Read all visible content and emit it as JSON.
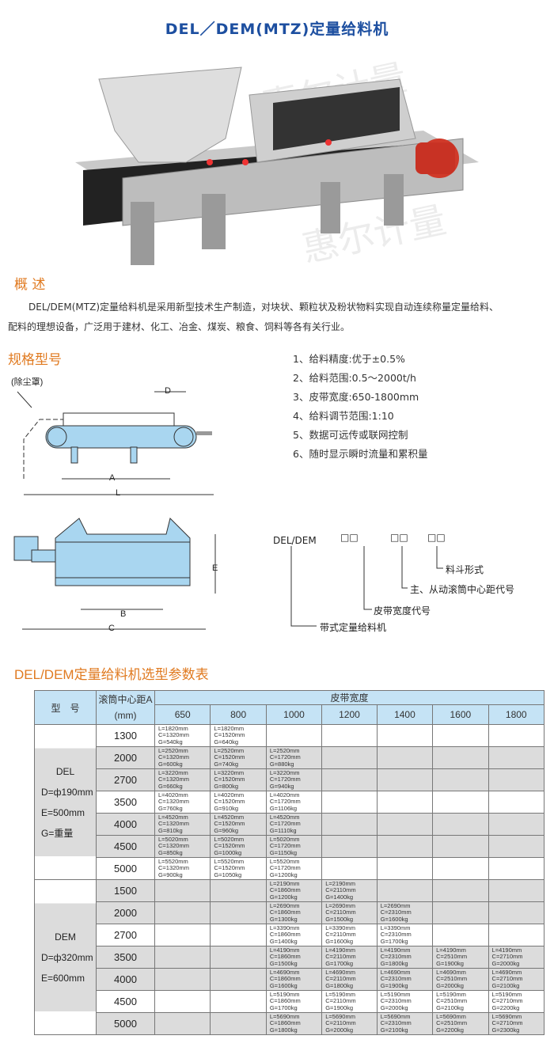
{
  "title": "DEL／DEM(MTZ)定量给料机",
  "watermark": "惠尔计量",
  "overview": {
    "heading": "概 述",
    "text1": "DEL/DEM(MTZ)定量给料机是采用新型技术生产制造，对块状、颗粒状及粉状物料实现自动连续称量定量给料、",
    "text2": "配料的理想设备，广泛用于建材、化工、冶金、煤炭、粮食、饲料等各有关行业。"
  },
  "spec": {
    "heading": "规格型号",
    "features": [
      "1、给料精度:优于±0.5%",
      "2、给料范围:0.5～2000t/h",
      "3、皮带宽度:650-1800mm",
      "4、给料调节范围:1:10",
      "5、数据可远传或联网控制",
      "6、随时显示瞬时流量和累积量"
    ],
    "diagram1": {
      "dust_cover": "(除尘罩)",
      "D": "D",
      "A": "A",
      "L": "L"
    },
    "diagram2": {
      "E": "E",
      "B": "B",
      "C": "C"
    },
    "code": {
      "model": "DEL/DEM",
      "boxes": "□□",
      "l1": "料斗形式",
      "l2": "主、从动滚筒中心距代号",
      "l3": "皮带宽度代号",
      "l4": "带式定量给料机"
    }
  },
  "table": {
    "heading": "DEL/DEM定量给料机选型参数表",
    "h_model": "型　号",
    "h_dist": "滚筒中心距A",
    "h_unit": "(mm)",
    "h_width": "皮带宽度",
    "widths": [
      "650",
      "800",
      "1000",
      "1200",
      "1400",
      "1600",
      "1800"
    ],
    "groups": [
      {
        "lines": [
          "DEL",
          "D=ф190mm",
          "E=500mm",
          "G=重量"
        ],
        "rows": [
          {
            "a": "1300",
            "g": false,
            "cells": [
              "L=1820mm|C=1320mm|G=540kg",
              "L=1820mm|C=1520mm|G=640kg",
              "",
              "",
              "",
              "",
              ""
            ]
          },
          {
            "a": "2000",
            "g": true,
            "cells": [
              "L=2520mm|C=1320mm|G=600kg",
              "L=2520mm|C=1520mm|G=740kg",
              "L=2520mm|C=1720mm|G=880kg",
              "",
              "",
              "",
              ""
            ]
          },
          {
            "a": "2700",
            "g": true,
            "cells": [
              "L=3220mm|C=1320mm|G=660kg",
              "L=3220mm|C=1520mm|G=800kg",
              "L=3220mm|C=1720mm|G=940kg",
              "",
              "",
              "",
              ""
            ]
          },
          {
            "a": "3500",
            "g": false,
            "cells": [
              "L=4020mm|C=1320mm|G=760kg",
              "L=4020mm|C=1520mm|G=910kg",
              "L=4020mm|C=1720mm|G=1106kg",
              "",
              "",
              "",
              ""
            ]
          },
          {
            "a": "4000",
            "g": true,
            "cells": [
              "L=4520mm|C=1320mm|G=810kg",
              "L=4520mm|C=1520mm|G=960kg",
              "L=4520mm|C=1720mm|G=1110kg",
              "",
              "",
              "",
              ""
            ]
          },
          {
            "a": "4500",
            "g": true,
            "cells": [
              "L=5020mm|C=1320mm|G=850kg",
              "L=5020mm|C=1520mm|G=1000kg",
              "L=5020mm|C=1720mm|G=1150kg",
              "",
              "",
              "",
              ""
            ]
          },
          {
            "a": "5000",
            "g": false,
            "cells": [
              "L=5520mm|C=1320mm|G=900kg",
              "L=5520mm|C=1520mm|G=1050kg",
              "L=5520mm|C=1720mm|G=1200kg",
              "",
              "",
              "",
              ""
            ]
          }
        ]
      },
      {
        "lines": [
          "DEM",
          "D=ф320mm",
          "E=600mm"
        ],
        "rows": [
          {
            "a": "1500",
            "g": true,
            "cells": [
              "",
              "",
              "L=2190mm|C=1860mm|G=1200kg",
              "L=2190mm|C=2110mm|G=1400kg",
              "",
              "",
              ""
            ]
          },
          {
            "a": "2000",
            "g": true,
            "cells": [
              "",
              "",
              "L=2690mm|C=1860mm|G=1300kg",
              "L=2690mm|C=2110mm|G=1500kg",
              "L=2690mm|C=2310mm|G=1600kg",
              "",
              ""
            ]
          },
          {
            "a": "2700",
            "g": false,
            "cells": [
              "",
              "",
              "L=3390mm|C=1860mm|G=1400kg",
              "L=3390mm|C=2110mm|G=1600kg",
              "L=3390mm|C=2310mm|G=1700kg",
              "",
              ""
            ]
          },
          {
            "a": "3500",
            "g": true,
            "cells": [
              "",
              "",
              "L=4190mm|C=1860mm|G=1500kg",
              "L=4190mm|C=2110mm|G=1700kg",
              "L=4190mm|C=2310mm|G=1800kg",
              "L=4190mm|C=2510mm|G=1900kg",
              "L=4190mm|C=2710mm|G=2000kg"
            ]
          },
          {
            "a": "4000",
            "g": true,
            "cells": [
              "",
              "",
              "L=4690mm|C=1860mm|G=1600kg",
              "L=4690mm|C=2110mm|G=1800kg",
              "L=4690mm|C=2310mm|G=1900kg",
              "L=4690mm|C=2510mm|G=2000kg",
              "L=4690mm|C=2710mm|G=2100kg"
            ]
          },
          {
            "a": "4500",
            "g": false,
            "cells": [
              "",
              "",
              "L=5190mm|C=1860mm|G=1700kg",
              "L=5190mm|C=2110mm|G=1900kg",
              "L=5190mm|C=2310mm|G=2000kg",
              "L=5190mm|C=2510mm|G=2100kg",
              "L=5190mm|C=2710mm|G=2200kg"
            ]
          },
          {
            "a": "5000",
            "g": true,
            "cells": [
              "",
              "",
              "L=5690mm|C=1860mm|G=1800kg",
              "L=5690mm|C=2110mm|G=2000kg",
              "L=5690mm|C=2310mm|G=2100kg",
              "L=5690mm|C=2510mm|G=2200kg",
              "L=5690mm|C=2710mm|G=2300kg"
            ]
          }
        ]
      }
    ]
  }
}
